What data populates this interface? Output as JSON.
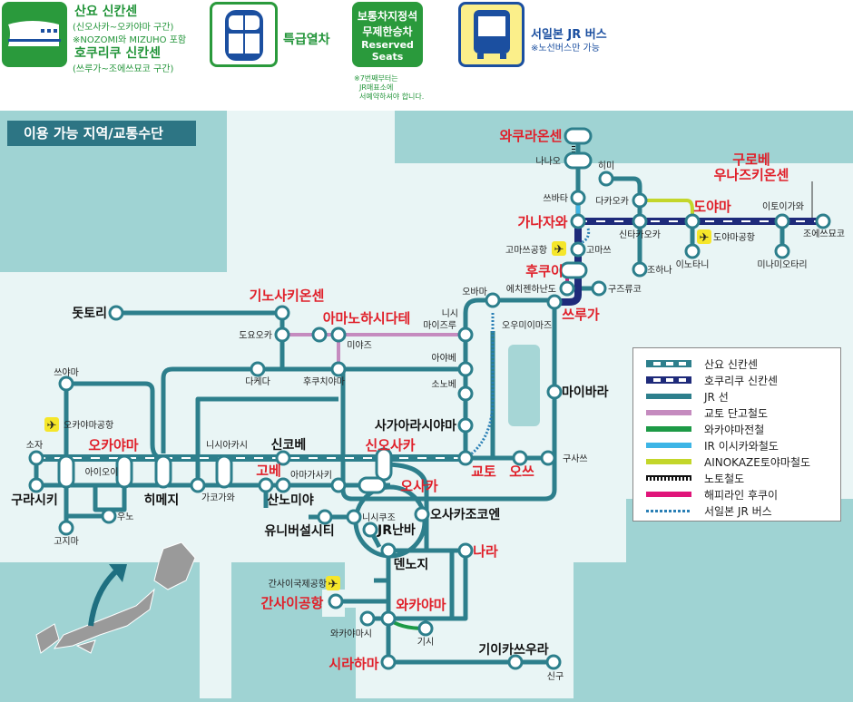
{
  "header": {
    "shinkansen": {
      "title1": "산요 신칸센",
      "sub1": "(신오사카~오카야마 구간)",
      "note1": "※NOZOMI와 MIZUHO 포함",
      "title2": "호쿠리쿠 신칸센",
      "sub2": "(쓰루가~조에쓰묘코 구간)"
    },
    "limited_express": {
      "title": "특급열차"
    },
    "reserved": {
      "line1": "보통차지정석",
      "line2": "무제한승차",
      "line3": "Reserved",
      "line4": "Seats",
      "note1": "※7번째부터는",
      "note2": "JR매표소에",
      "note3": "서예약하셔야 합니다."
    },
    "bus": {
      "title": "서일본 JR 버스",
      "note": "※노선버스만 가능"
    }
  },
  "map_title": "이용 가능 지역/교통수단",
  "legend": [
    {
      "label": "산요 신칸센",
      "color": "#2d7f8c",
      "style": "dashed"
    },
    {
      "label": "호쿠리쿠 신칸센",
      "color": "#1e2a7a",
      "style": "dashed"
    },
    {
      "label": "JR 선",
      "color": "#2d7f8c",
      "style": "solid"
    },
    {
      "label": "교토 단고철도",
      "color": "#c58bbf",
      "style": "solid"
    },
    {
      "label": "와카야마전철",
      "color": "#1d9a46",
      "style": "solid"
    },
    {
      "label": "IR 이시카와철도",
      "color": "#3db5e6",
      "style": "solid"
    },
    {
      "label": "AINOKAZE토야마철도",
      "color": "#c3d62a",
      "style": "solid"
    },
    {
      "label": "노토철도",
      "color": "#111111",
      "style": "hatched"
    },
    {
      "label": "해피라인 후쿠이",
      "color": "#e0157a",
      "style": "solid"
    },
    {
      "label": "서일본 JR 버스",
      "color": "#2a7fb5",
      "style": "dotted"
    }
  ],
  "colors": {
    "jr": "#2d7f8c",
    "hokuriku": "#1e2a7a",
    "major": "#e0202a",
    "green": "#2a9a3c"
  },
  "stations": {
    "wakura": {
      "name": "와쿠라온센",
      "type": "major"
    },
    "nanao": {
      "name": "나나오",
      "type": "small"
    },
    "tsubata": {
      "name": "쓰바타",
      "type": "small"
    },
    "kanazawa": {
      "name": "가나자와",
      "type": "major"
    },
    "komatsu": {
      "name": "고마쓰",
      "type": "small"
    },
    "komatsu_ap": {
      "name": "고마쓰공항",
      "type": "small"
    },
    "fukui": {
      "name": "후쿠이",
      "type": "major"
    },
    "echizen": {
      "name": "에치젠하난도",
      "type": "small"
    },
    "kuzuryu": {
      "name": "구즈류코",
      "type": "small"
    },
    "tsuruga": {
      "name": "쓰루가",
      "type": "major"
    },
    "himi": {
      "name": "히미",
      "type": "small"
    },
    "takaoka": {
      "name": "다카오카",
      "type": "small"
    },
    "shintakaoka": {
      "name": "신타카오카",
      "type": "small"
    },
    "johana": {
      "name": "조하나",
      "type": "small"
    },
    "toyama": {
      "name": "도야마",
      "type": "major"
    },
    "toyama_ap": {
      "name": "도야마공항",
      "type": "small"
    },
    "inotani": {
      "name": "이노타니",
      "type": "small"
    },
    "kurobe1": {
      "name": "구로베",
      "type": "major"
    },
    "kurobe2": {
      "name": "우나즈키온센",
      "type": "major"
    },
    "itoigawa": {
      "name": "이토이가와",
      "type": "small"
    },
    "joetsu": {
      "name": "조에쓰묘코",
      "type": "small"
    },
    "minamiotari": {
      "name": "미나미오타리",
      "type": "small"
    },
    "tottori": {
      "name": "돗토리",
      "type": "big"
    },
    "kinosaki": {
      "name": "기노사키온센",
      "type": "major"
    },
    "toyooka": {
      "name": "도요오카",
      "type": "small"
    },
    "amanohashidate": {
      "name": "아마노하시다테",
      "type": "major"
    },
    "miyazu": {
      "name": "미야즈",
      "type": "small"
    },
    "takeda": {
      "name": "다케다",
      "type": "small"
    },
    "fukuchiyama": {
      "name": "후쿠치야마",
      "type": "small"
    },
    "nishi1": {
      "name": "니시",
      "type": "small"
    },
    "maizuru": {
      "name": "마이즈루",
      "type": "small"
    },
    "obama": {
      "name": "오바마",
      "type": "small"
    },
    "omiimazu": {
      "name": "오우미이마즈",
      "type": "small"
    },
    "ayabe": {
      "name": "아야베",
      "type": "small"
    },
    "sonobe": {
      "name": "소노베",
      "type": "small"
    },
    "maibara": {
      "name": "마이바라",
      "type": "big"
    },
    "saga": {
      "name": "사가아라시야마",
      "type": "big"
    },
    "kyoto": {
      "name": "교토",
      "type": "major"
    },
    "otsu": {
      "name": "오쓰",
      "type": "major"
    },
    "kusatsu": {
      "name": "구사쓰",
      "type": "small"
    },
    "tsuyama": {
      "name": "쓰야마",
      "type": "small"
    },
    "okayama_ap": {
      "name": "오카야마공항",
      "type": "small"
    },
    "soja": {
      "name": "소자",
      "type": "small"
    },
    "okayama": {
      "name": "오카야마",
      "type": "major"
    },
    "kurashiki": {
      "name": "구라시키",
      "type": "big"
    },
    "aioi": {
      "name": "아이오이",
      "type": "small"
    },
    "uno": {
      "name": "우노",
      "type": "small"
    },
    "kojima": {
      "name": "고지마",
      "type": "small"
    },
    "himeji": {
      "name": "히메지",
      "type": "big"
    },
    "kakogawa": {
      "name": "가코가와",
      "type": "small"
    },
    "nishiakashi": {
      "name": "니시아카시",
      "type": "small"
    },
    "shinkobe": {
      "name": "신코베",
      "type": "big"
    },
    "kobe": {
      "name": "고베",
      "type": "major"
    },
    "sannomiya": {
      "name": "산노미야",
      "type": "big"
    },
    "amagasaki": {
      "name": "아마가사키",
      "type": "small"
    },
    "shinosaka": {
      "name": "신오사카",
      "type": "major"
    },
    "osaka": {
      "name": "오사카",
      "type": "major"
    },
    "nishikujo": {
      "name": "니시쿠조",
      "type": "small"
    },
    "universal": {
      "name": "유니버설시티",
      "type": "big"
    },
    "namba": {
      "name": "JR난바",
      "type": "big"
    },
    "osakajo": {
      "name": "오사카조코엔",
      "type": "big"
    },
    "tennoji": {
      "name": "덴노지",
      "type": "big"
    },
    "nara": {
      "name": "나라",
      "type": "major"
    },
    "kix_ap": {
      "name": "간사이국제공항",
      "type": "small"
    },
    "kix": {
      "name": "간사이공항",
      "type": "major"
    },
    "wakayama": {
      "name": "와카야마",
      "type": "major"
    },
    "wakayamashi": {
      "name": "와카야마시",
      "type": "small"
    },
    "kishi": {
      "name": "기시",
      "type": "small"
    },
    "shirahama": {
      "name": "시라하마",
      "type": "major"
    },
    "kiikatsuura": {
      "name": "기이카쓰우라",
      "type": "big"
    },
    "shingu": {
      "name": "신구",
      "type": "small"
    }
  }
}
